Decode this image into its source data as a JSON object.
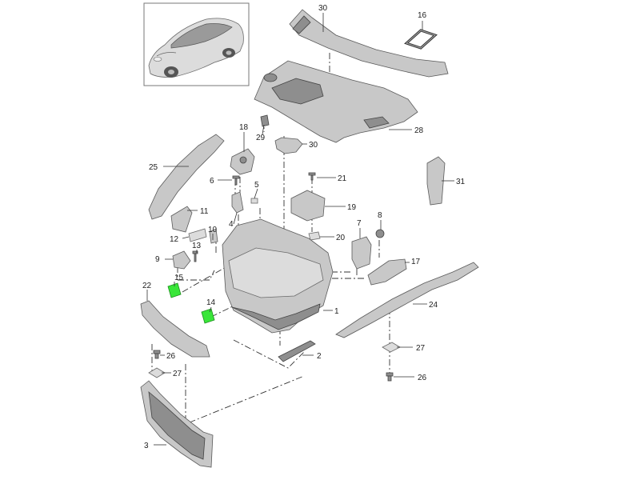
{
  "colors": {
    "part_fill": "#c8c8c8",
    "part_dark": "#8e8e8e",
    "highlight": "#39e639",
    "line": "#333333"
  },
  "labels": {
    "p30a": "30",
    "p16": "16",
    "p28": "28",
    "p29": "29",
    "p30b": "30",
    "p18": "18",
    "p25": "25",
    "p6": "6",
    "p5": "5",
    "p21": "21",
    "p31": "31",
    "p19": "19",
    "p11": "11",
    "p4": "4",
    "p7": "7",
    "p8": "8",
    "p10": "10",
    "p12": "12",
    "p20": "20",
    "p13": "13",
    "p9": "9",
    "p17": "17",
    "p15": "15",
    "p22": "22",
    "p14": "14",
    "p1": "1",
    "p24": "24",
    "p27a": "27",
    "p26a": "26",
    "p2": "2",
    "p27b": "27",
    "p26b": "26",
    "p3": "3"
  }
}
